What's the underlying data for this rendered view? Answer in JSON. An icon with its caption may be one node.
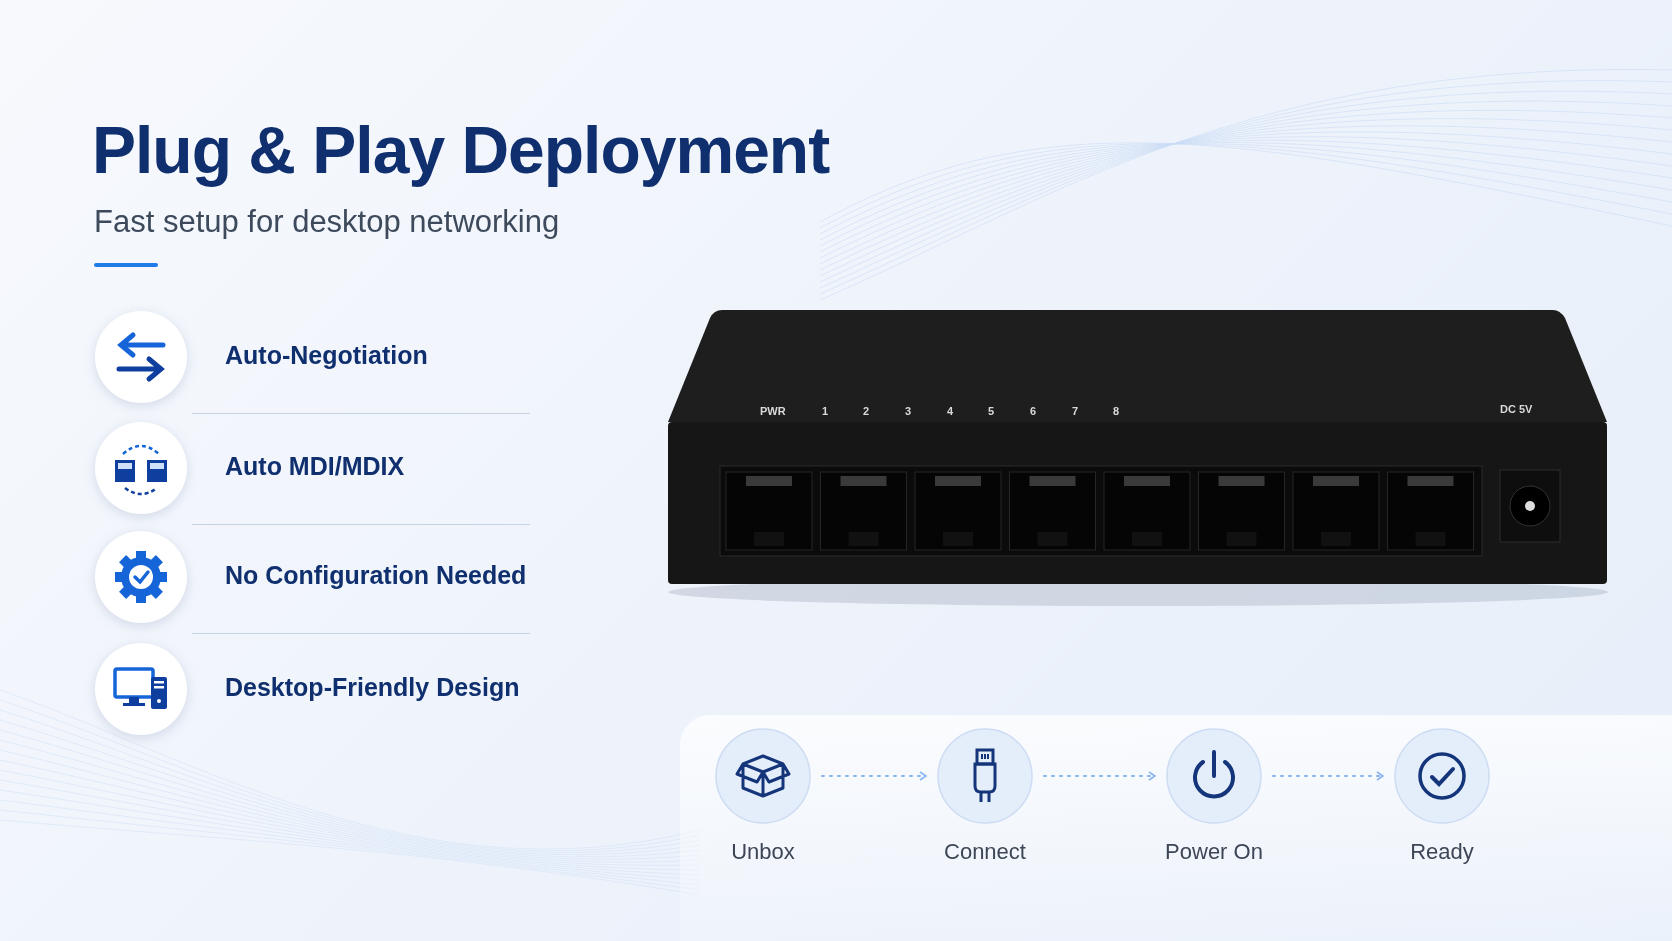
{
  "diagram": {
    "title": "Plug & Play Deployment",
    "nodes": [
      {
        "text": [
          "Unbox"
        ]
      },
      {
        "text": [
          "Connect"
        ]
      },
      {
        "text": [
          "Power On"
        ]
      },
      {
        "text": [
          "Ready"
        ]
      }
    ],
    "edges": [
      {
        "from": 0,
        "to": 1,
        "arrow": "to",
        "style": "dashed"
      },
      {
        "from": 1,
        "to": 2,
        "arrow": "to",
        "style": "dashed"
      },
      {
        "from": 2,
        "to": 3,
        "arrow": "to",
        "style": "dashed"
      }
    ],
    "labels": [
      "Fast setup for desktop networking",
      "Auto-Negotiation",
      "Auto MDI/MDIX",
      "No Configuration Needed",
      "Desktop-Friendly Design",
      "PWR",
      "1",
      "2",
      "3",
      "4",
      "5",
      "6",
      "7",
      "8",
      "DC 5V"
    ]
  }
}
